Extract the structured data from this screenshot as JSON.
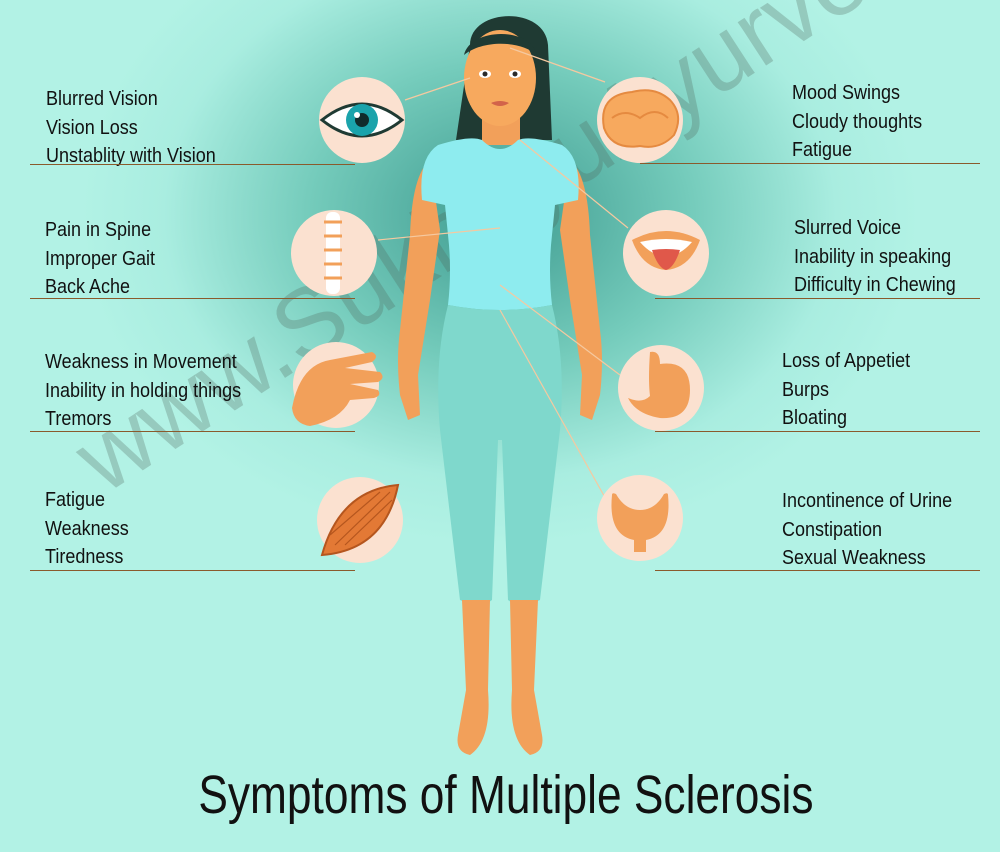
{
  "title": "Symptoms of Multiple Sclerosis",
  "watermark": "www.SukhayuAyurved.com",
  "left_groups": [
    {
      "organ": "eye",
      "icon": "eye-icon",
      "lines": [
        "Blurred Vision",
        "Vision Loss",
        "Unstablity with Vision"
      ]
    },
    {
      "organ": "spine",
      "icon": "spine-icon",
      "lines": [
        "Pain in Spine",
        "Improper Gait",
        "Back Ache"
      ]
    },
    {
      "organ": "hand",
      "icon": "hand-icon",
      "lines": [
        "Weakness in Movement",
        "Inability in holding things",
        "Tremors"
      ]
    },
    {
      "organ": "muscle",
      "icon": "muscle-icon",
      "lines": [
        "Fatigue",
        "Weakness",
        "Tiredness"
      ]
    }
  ],
  "right_groups": [
    {
      "organ": "brain",
      "icon": "brain-icon",
      "lines": [
        "Mood Swings",
        "Cloudy thoughts",
        "Fatigue"
      ]
    },
    {
      "organ": "mouth",
      "icon": "mouth-icon",
      "lines": [
        "Slurred Voice",
        "Inability in speaking",
        "Difficulty in Chewing"
      ]
    },
    {
      "organ": "stomach",
      "icon": "stomach-icon",
      "lines": [
        "Loss of Appetiet",
        "Burps",
        "Bloating"
      ]
    },
    {
      "organ": "bladder",
      "icon": "bladder-icon",
      "lines": [
        "Incontinence of Urine",
        "Constipation",
        "Sexual Weakness"
      ]
    }
  ],
  "colors": {
    "skin": "#f7a95e",
    "shirt": "#8eecef",
    "leggings": "#7fd8cc",
    "hair": "#1f3a33",
    "icon_bg": "#fbe1d0",
    "rule": "#8a5a2c"
  }
}
